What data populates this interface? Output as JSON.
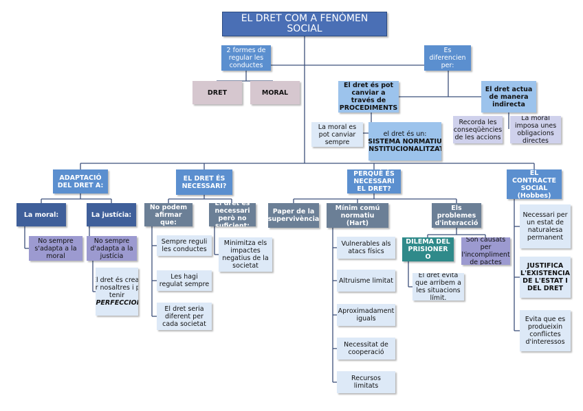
{
  "title": "EL DRET COM A FENÒMEN SOCIAL",
  "top": {
    "formes": "2 formes de regular les conductes",
    "dret": "DRET",
    "moral": "MORAL",
    "diferencien": "Es diferencien per:",
    "canvia": "El dret és pot canviar a través de PROCEDIMENTS",
    "moral_canviar": "La moral es pot canviar sempre",
    "sistema_pre": "el dret és un:",
    "sistema_bold": "SISTEMA NORMATIU INSTITUCIONALITZAT",
    "indirecta": "El dret actua de manera indirecta",
    "conseq": "Recorda les conseqüències de les accions",
    "imposa": "La moral imposa unes obligacions directes"
  },
  "adaptacio": {
    "head": "ADAPTACIÓ DEL DRET A:",
    "moral": "La moral:",
    "moral_note": "No sempre s'adapta a la moral",
    "justicia": "La justícia:",
    "justicia_note": "No sempre d'adapta a la justícia",
    "creat": "El dret és creat per nosaltres i pot tenir",
    "creat_bold": "IMPERFECCIONS"
  },
  "necessari": {
    "head": "EL DRET ÉS NECESSARI?",
    "nopodem": "No podem afirmar que:",
    "a1": "Sempre reguli les conductes",
    "a2": "Les hagi regulat sempre",
    "a3": "El dret seria diferent per cada societat",
    "suficient": "El dret es necessari però no suficient:",
    "minimitza": "Minimitza els impactes negatius de la societat"
  },
  "perque": {
    "head": "PERQUÈ ÉS NECESSARI EL DRET?",
    "paper": "Paper de la supervivència",
    "minim": "Mínim comú normatiu (Hart)",
    "m1": "Vulnerables als atacs físics",
    "m2": "Altruisme limitat",
    "m3": "Aproximadament iguals",
    "m4": "Necessitat de cooperació",
    "m5": "Recursos limitats",
    "problemes": "Els problemes d'interacció",
    "dilema": "DILEMA DEL PRISIONER O",
    "evita": "El dret evita que arribem a les situacions límit.",
    "causats": "Són causats per l'incompliment de pactes"
  },
  "contracte": {
    "head": "EL CONTRACTE SOCIAL (Hobbes)",
    "c1": "Necessari per un estat de naturalesa permanent",
    "c2": "JUSTIFICA L'EXISTENCIA DE L'ESTAT I DEL DRET",
    "c3": "Evita que es produeixin conflictes d'interessos"
  }
}
